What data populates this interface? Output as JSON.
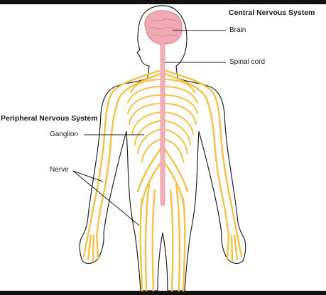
{
  "labels": {
    "central_nervous_system": "Central Nervous System",
    "brain": "Brain",
    "spinal_cord": "Spinal cord",
    "peripheral_nervous_system": "Peripheral Nervous System",
    "ganglion": "Ganglion",
    "nerve": "Nerve"
  },
  "colors": {
    "background": "#ffffff",
    "frame": "#111111",
    "body_outline": "#222222",
    "nerve": "#f5c044",
    "nerve_dark": "#e0a82e",
    "brain": "#f1a9b4",
    "spinal_cord": "#f3b0b8",
    "leader_line": "#1a1a1a"
  }
}
